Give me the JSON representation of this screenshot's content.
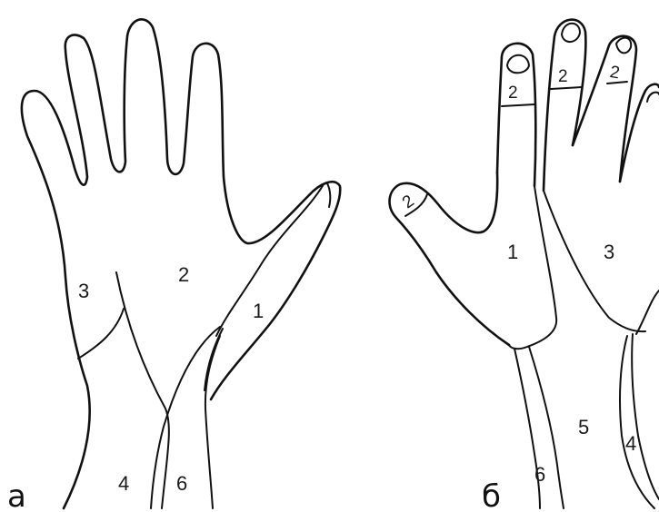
{
  "panel_a": {
    "letter": "а",
    "zones": {
      "thumb_eminence": "1",
      "palm_center": "2",
      "ulnar_edge": "3",
      "forearm_ulnar": "4",
      "forearm_radial": "6"
    }
  },
  "panel_b": {
    "letter": "б",
    "zones": {
      "dorsum_radial": "1",
      "dorsum_ulnar": "3",
      "forearm_center": "5",
      "forearm_ulnar": "4",
      "forearm_radial": "6",
      "thumb_nail": "2",
      "index_nail": "2",
      "middle_nail": "2",
      "ring_nail": "2"
    }
  }
}
